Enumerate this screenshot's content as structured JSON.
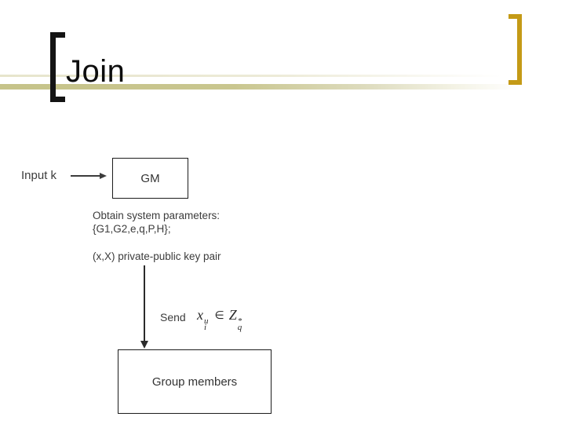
{
  "slide": {
    "title": "Join"
  },
  "accents": {
    "gold_bracket_color": "#c49a16",
    "khaki_line_color": "#c6c38a",
    "black_bracket_color": "#141414"
  },
  "diagram": {
    "input_label": "Input k",
    "gm_box_label": "GM",
    "params_line1": "Obtain system parameters:",
    "params_line2": "{G1,G2,e,q,P,H};",
    "keypair_text": "(x,X) private-public key pair",
    "send_label": "Send",
    "formula": {
      "var": "x",
      "var_sup": "u",
      "var_sub": "i",
      "element_of": "∈",
      "set": "Z",
      "set_sup": "*",
      "set_sub": "q"
    },
    "members_box_label": "Group members"
  }
}
